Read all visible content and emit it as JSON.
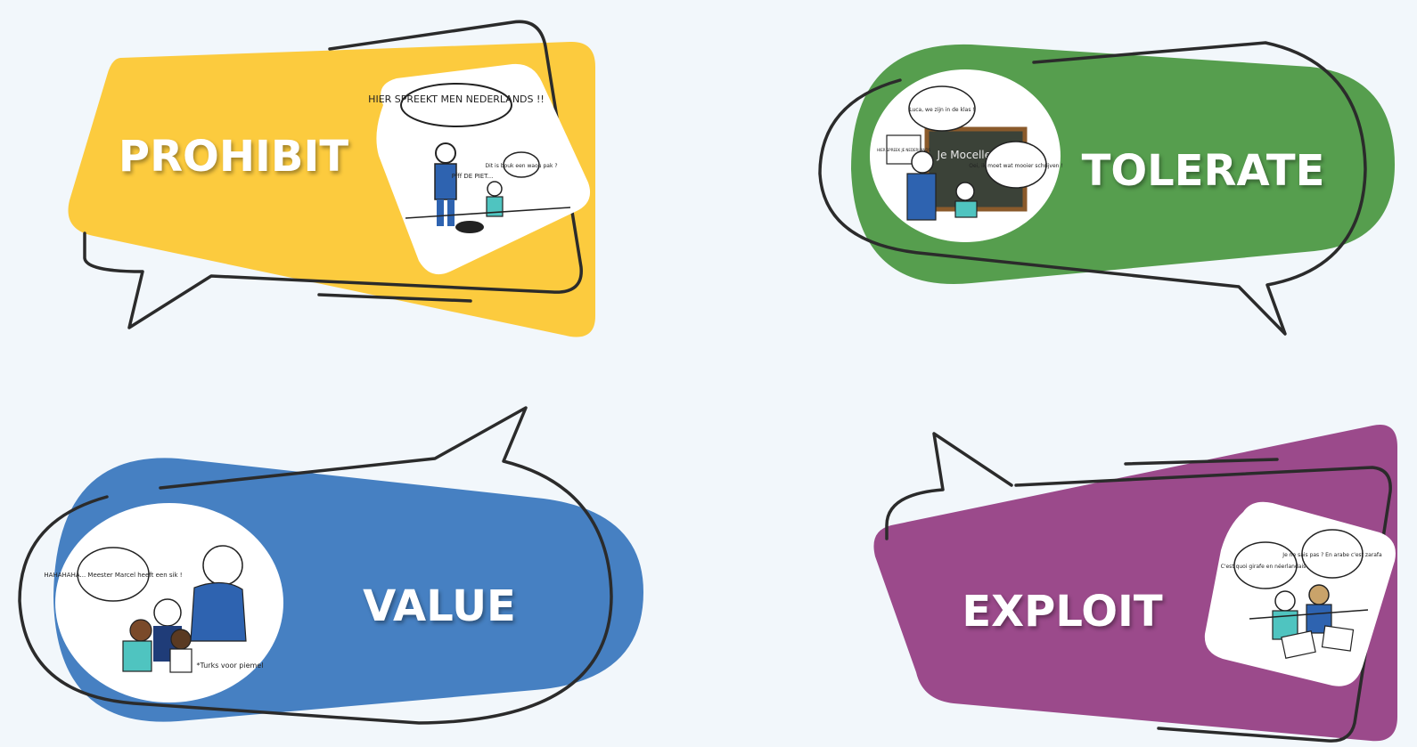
{
  "cards": {
    "prohibit": {
      "label": "PROHIBIT",
      "color": "#fccb3e",
      "bubble_main": "HIER SPREEKT MEN NEDERLANDS !!",
      "bubble_child": "Dit is bouk een waou pak ?",
      "caption": "Pfff DE PIET..."
    },
    "tolerate": {
      "label": "TOLERATE",
      "color": "#569e4e",
      "bubble_top": "Luca, we zijn in de klas !",
      "board_text": "Je Mocelle Jem",
      "bubble_right": "Oei, ik moet wat mooier schrijven !",
      "poster": "HIER SPREEK JE NEDERLANDS"
    },
    "value": {
      "label": "VALUE",
      "color": "#4680c2",
      "bubble": "HAHAHAHA... Meester Marcel heeft een sik !",
      "footnote": "*Turks voor piemel"
    },
    "exploit": {
      "label": "EXPLOIT",
      "color": "#9b4a8b",
      "bubble_left": "C'est quoi girafe en néerlandais ?",
      "bubble_right": "Je ne sais pas ? En arabe c'est zarafa"
    }
  },
  "icons": {
    "prohibit_illustration": "teacher-scolding-child-illustration",
    "tolerate_illustration": "classroom-blackboard-illustration",
    "value_illustration": "children-laughing-teacher-illustration",
    "exploit_illustration": "two-children-working-illustration"
  }
}
